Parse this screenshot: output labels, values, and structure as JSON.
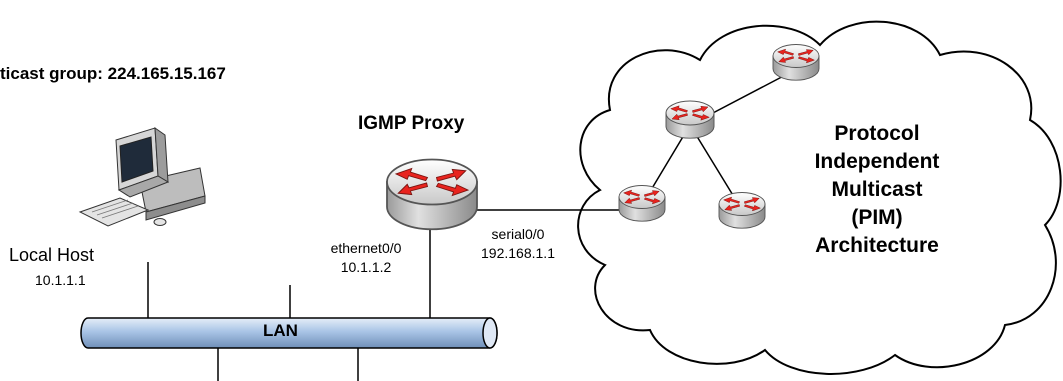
{
  "header": {
    "multicast_group": "ticast group: 224.165.15.167"
  },
  "proxy": {
    "title": "IGMP Proxy"
  },
  "local_host": {
    "name": "Local Host",
    "ip": "10.1.1.1"
  },
  "ethernet": {
    "iface": "ethernet0/0",
    "ip": "10.1.1.2"
  },
  "serial": {
    "iface": "serial0/0",
    "ip": "192.168.1.1"
  },
  "lan": {
    "label": "LAN"
  },
  "cloud": {
    "line1": "Protocol",
    "line2": "Independent",
    "line3": "Multicast",
    "line4": "(PIM)",
    "line5": "Architecture"
  },
  "icons": {
    "host": "desktop-computer-icon",
    "router": "router-icon"
  },
  "colors": {
    "lan_pipe": "#a9c4e6",
    "router_body": "#d2d2d2",
    "router_arrows": "#e8231e",
    "cloud_fill": "#ffffff"
  }
}
